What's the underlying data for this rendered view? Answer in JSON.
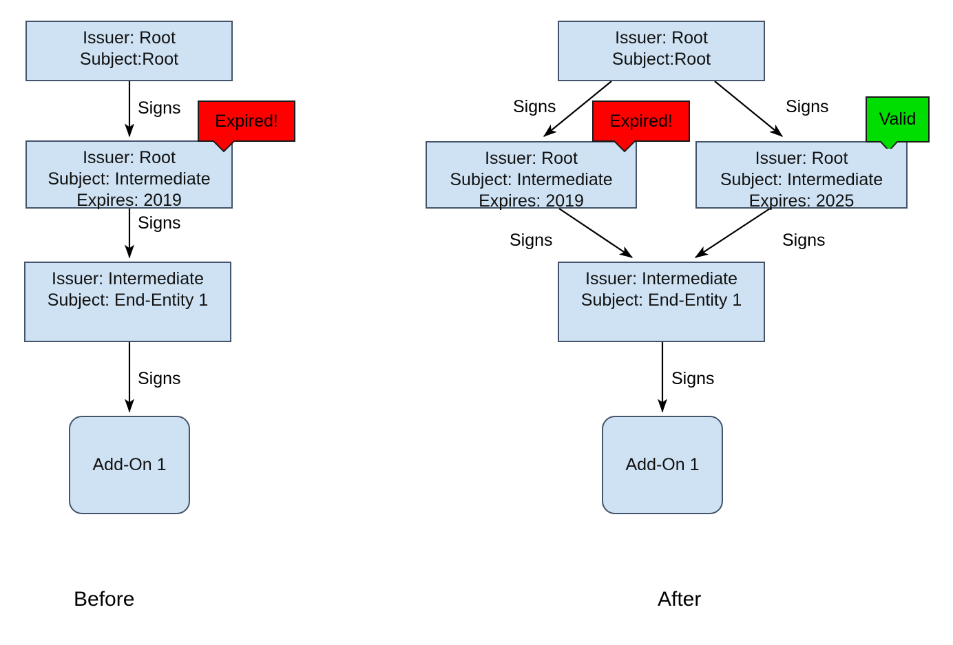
{
  "diagram": {
    "title": "Certificate chain expiry - before and after",
    "colors": {
      "node_fill": "#cfe2f3",
      "node_stroke": "#44546a",
      "edge_stroke": "#000000",
      "expired_badge": "#ff0000",
      "valid_badge": "#00dd00",
      "background": "#ffffff"
    },
    "edge_label": "Signs",
    "panels": [
      {
        "id": "before",
        "caption": "Before",
        "nodes": [
          {
            "id": "before-root",
            "lines": [
              "Issuer: Root",
              "Subject:Root"
            ]
          },
          {
            "id": "before-intermediate",
            "lines": [
              "Issuer: Root",
              "Subject: Intermediate",
              "Expires: 2019"
            ]
          },
          {
            "id": "before-end-entity",
            "lines": [
              "Issuer: Intermediate",
              "Subject: End-Entity 1"
            ]
          },
          {
            "id": "before-addon",
            "lines": [
              "Add-On 1"
            ]
          }
        ],
        "edges": [
          {
            "from": "before-root",
            "to": "before-intermediate",
            "label": "Signs"
          },
          {
            "from": "before-intermediate",
            "to": "before-end-entity",
            "label": "Signs"
          },
          {
            "from": "before-end-entity",
            "to": "before-addon",
            "label": "Signs"
          }
        ],
        "badges": [
          {
            "id": "before-expired-badge",
            "label": "Expired!",
            "status": "expired",
            "attached_to": "before-intermediate"
          }
        ]
      },
      {
        "id": "after",
        "caption": "After",
        "nodes": [
          {
            "id": "after-root",
            "lines": [
              "Issuer: Root",
              "Subject:Root"
            ]
          },
          {
            "id": "after-intermediate-old",
            "lines": [
              "Issuer: Root",
              "Subject: Intermediate",
              "Expires: 2019"
            ]
          },
          {
            "id": "after-intermediate-new",
            "lines": [
              "Issuer: Root",
              "Subject: Intermediate",
              "Expires: 2025"
            ]
          },
          {
            "id": "after-end-entity",
            "lines": [
              "Issuer: Intermediate",
              "Subject: End-Entity 1"
            ]
          },
          {
            "id": "after-addon",
            "lines": [
              "Add-On 1"
            ]
          }
        ],
        "edges": [
          {
            "from": "after-root",
            "to": "after-intermediate-old",
            "label": "Signs"
          },
          {
            "from": "after-root",
            "to": "after-intermediate-new",
            "label": "Signs"
          },
          {
            "from": "after-intermediate-old",
            "to": "after-end-entity",
            "label": "Signs"
          },
          {
            "from": "after-intermediate-new",
            "to": "after-end-entity",
            "label": "Signs"
          },
          {
            "from": "after-end-entity",
            "to": "after-addon",
            "label": "Signs"
          }
        ],
        "badges": [
          {
            "id": "after-expired-badge",
            "label": "Expired!",
            "status": "expired",
            "attached_to": "after-intermediate-old"
          },
          {
            "id": "after-valid-badge",
            "label": "Valid",
            "status": "valid",
            "attached_to": "after-intermediate-new"
          }
        ]
      }
    ]
  },
  "labels": {
    "before_root_l1": "Issuer: Root",
    "before_root_l2": "Subject:Root",
    "before_int_l1": "Issuer: Root",
    "before_int_l2": "Subject: Intermediate",
    "before_int_l3": "Expires: 2019",
    "before_ee_l1": "Issuer: Intermediate",
    "before_ee_l2": "Subject: End-Entity 1",
    "before_addon": "Add-On 1",
    "after_root_l1": "Issuer: Root",
    "after_root_l2": "Subject:Root",
    "after_int_old_l1": "Issuer: Root",
    "after_int_old_l2": "Subject: Intermediate",
    "after_int_old_l3": "Expires: 2019",
    "after_int_new_l1": "Issuer: Root",
    "after_int_new_l2": "Subject: Intermediate",
    "after_int_new_l3": "Expires: 2025",
    "after_ee_l1": "Issuer: Intermediate",
    "after_ee_l2": "Subject: End-Entity 1",
    "after_addon": "Add-On 1",
    "signs": "Signs",
    "expired": "Expired!",
    "valid": "Valid",
    "before_caption": "Before",
    "after_caption": "After"
  }
}
